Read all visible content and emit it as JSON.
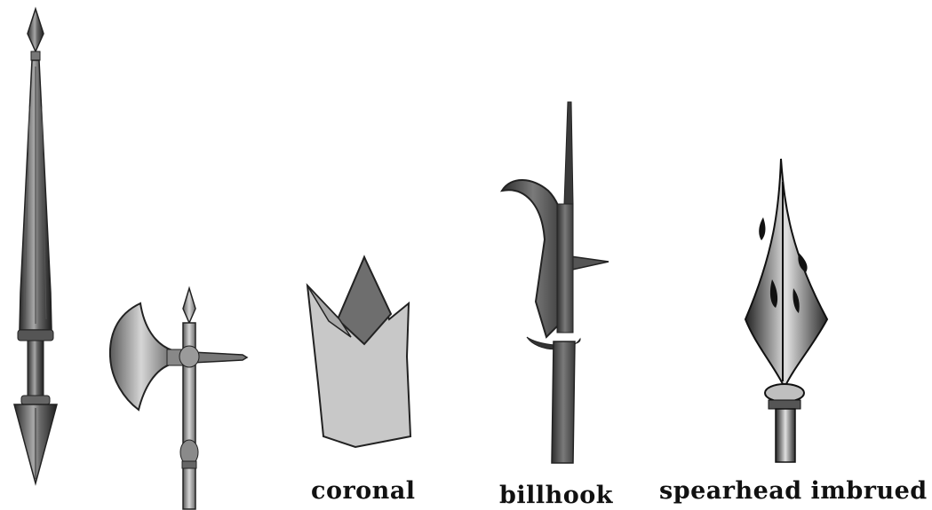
{
  "captions": {
    "coronal": "coronal",
    "billhook": "billhook",
    "spearhead_imbrued": "spearhead imbrued"
  },
  "icons": [
    "double-spear-icon",
    "poleaxe-icon",
    "coronal-icon",
    "billhook-icon",
    "bloody-spearhead-icon"
  ],
  "colors": {
    "background": "#ffffff",
    "metal_dark": "#2e2e2e",
    "metal_mid": "#7d7d7d",
    "metal_light": "#d8d8d8",
    "coronal_light": "#c8c8c8",
    "coronal_dark": "#6e6e6e",
    "caption": "#111111"
  }
}
